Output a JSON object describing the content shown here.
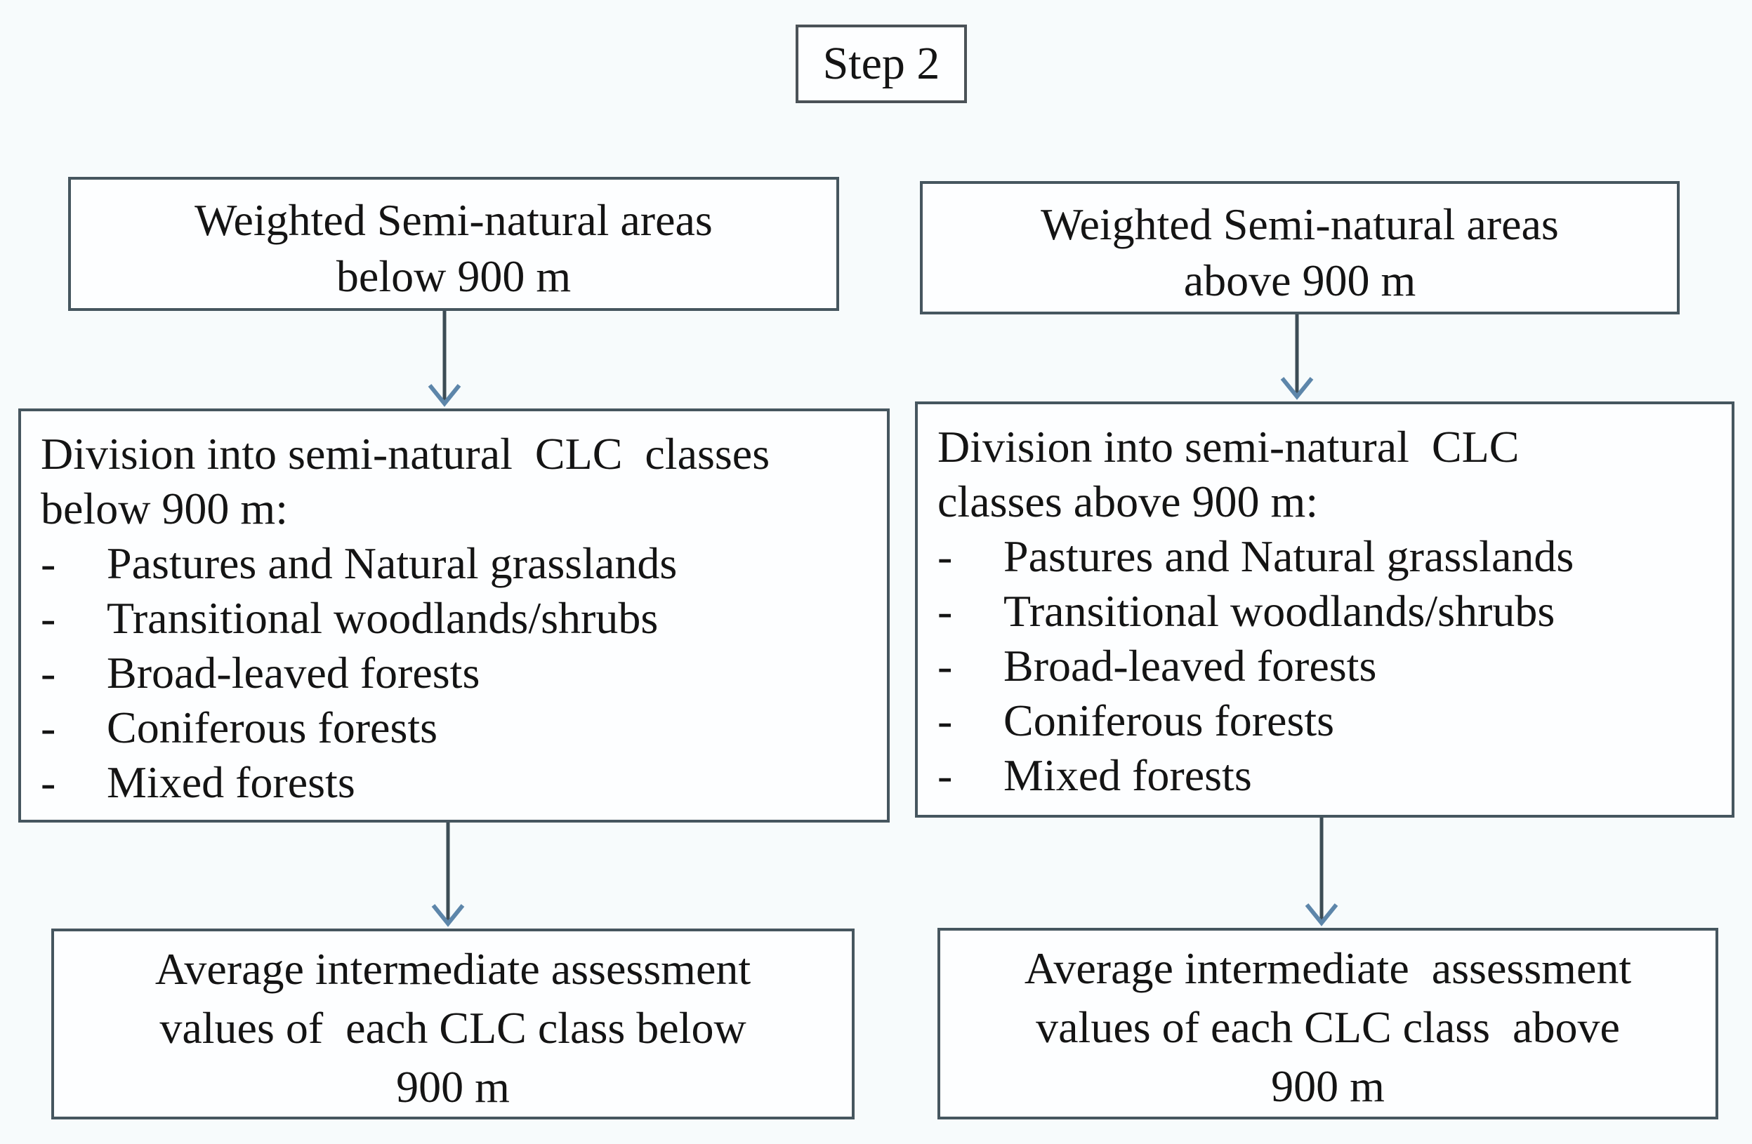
{
  "colors": {
    "page-bg": "#f7fbfc",
    "box-bg": "#fdfeff",
    "box-border": "#46565f",
    "step-border": "#4b5257",
    "arrow-shaft": "#3c4c55",
    "arrow-head": "#5d86aa",
    "text": "#141414"
  },
  "step": {
    "label": "Step 2"
  },
  "left_column": {
    "weighted_box": {
      "line1": "Weighted Semi-natural areas",
      "line2": "below 900 m"
    },
    "division_box": {
      "heading_line1": "Division into semi-natural  CLC  classes",
      "heading_line2": "below 900 m:",
      "bullet_char": "-",
      "items": [
        "Pastures and Natural grasslands",
        "Transitional woodlands/shrubs",
        "Broad-leaved forests",
        "Coniferous forests",
        "Mixed forests"
      ]
    },
    "average_box": {
      "line1": "Average intermediate assessment",
      "line2": "values of  each CLC class below",
      "line3": "900 m"
    }
  },
  "right_column": {
    "weighted_box": {
      "line1": "Weighted Semi-natural areas",
      "line2": "above 900 m"
    },
    "division_box": {
      "heading_line1": "Division into semi-natural  CLC",
      "heading_line2": "classes above 900 m:",
      "bullet_char": "-",
      "items": [
        "Pastures and Natural grasslands",
        "Transitional woodlands/shrubs",
        "Broad-leaved forests",
        "Coniferous forests",
        "Mixed forests"
      ]
    },
    "average_box": {
      "line1": "Average intermediate  assessment",
      "line2": "values of each CLC class  above",
      "line3": "900 m"
    }
  }
}
